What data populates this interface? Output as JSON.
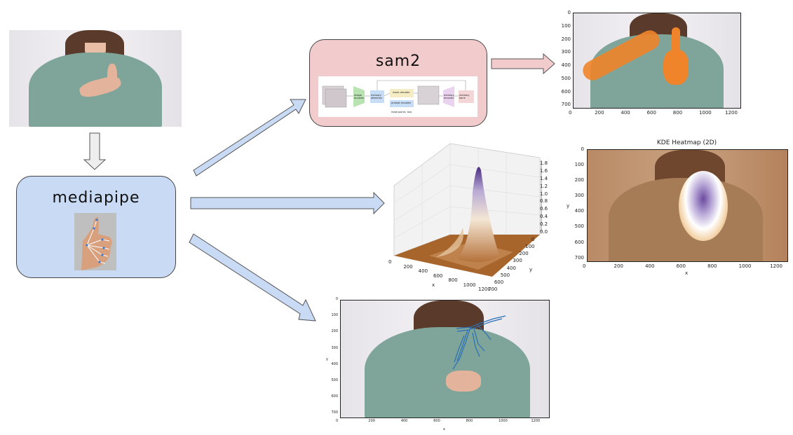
{
  "boxes": {
    "mediapipe": {
      "title": "mediapipe",
      "color": "#c9daf5"
    },
    "sam2": {
      "title": "sam2",
      "color": "#f2cccc"
    }
  },
  "sam2_diagram": {
    "labels": [
      "image encoder",
      "memory attention",
      "mask decoder",
      "prompt encoder",
      "memory encoder",
      "memory bank",
      "mask",
      "points",
      "box"
    ]
  },
  "segmentation_plot": {
    "x_ticks": [
      "0",
      "200",
      "400",
      "600",
      "800",
      "1000",
      "1200"
    ],
    "y_ticks": [
      "0",
      "100",
      "200",
      "300",
      "400",
      "500",
      "600",
      "700"
    ],
    "overlay_color": "#f0842a"
  },
  "kde_3d": {
    "x_ticks": [
      "0",
      "200",
      "400",
      "600",
      "800",
      "1000",
      "1200"
    ],
    "y_ticks": [
      "0",
      "100",
      "200",
      "300",
      "400",
      "500",
      "600",
      "700"
    ],
    "z_ticks": [
      "0.0",
      "0.2",
      "0.4",
      "0.6",
      "0.8",
      "1.0",
      "1.2",
      "1.4",
      "1.6",
      "1.8"
    ],
    "xlabel": "x",
    "ylabel": "y"
  },
  "kde_2d": {
    "title": "KDE Heatmap (2D)",
    "x_ticks": [
      "0",
      "200",
      "400",
      "600",
      "800",
      "1000",
      "1200"
    ],
    "y_ticks": [
      "0",
      "100",
      "200",
      "300",
      "400",
      "500",
      "600",
      "700"
    ],
    "xlabel": "x",
    "ylabel": "y"
  },
  "trajectory": {
    "x_ticks": [
      "0",
      "200",
      "400",
      "600",
      "800",
      "1000",
      "1200"
    ],
    "y_ticks": [
      "0",
      "100",
      "200",
      "300",
      "400",
      "500",
      "600",
      "700"
    ],
    "xlabel": "x",
    "ylabel": "y",
    "line_color": "#2a6fb5"
  },
  "colors": {
    "arrow_blue": "#c9daf5",
    "arrow_pink": "#f2cccc",
    "arrow_grey": "#eeeeee"
  }
}
